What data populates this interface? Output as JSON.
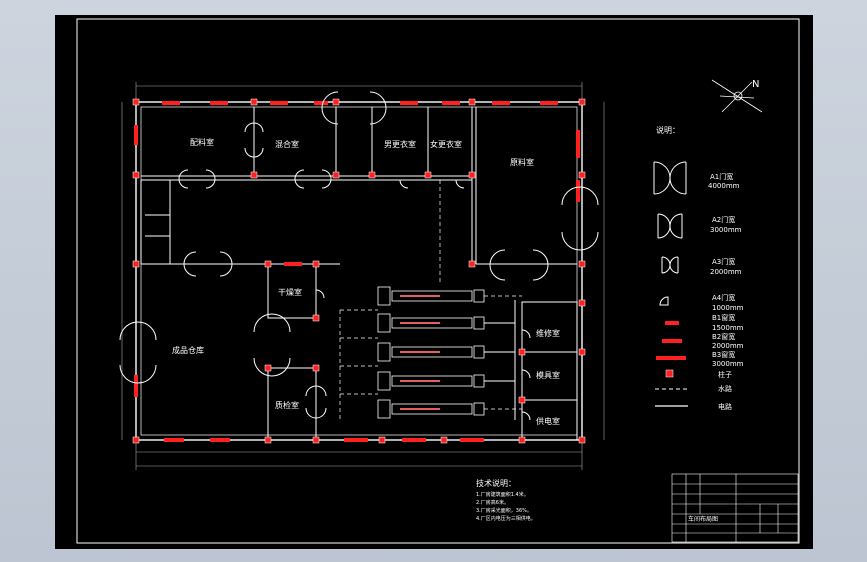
{
  "rooms": {
    "ingredient": "配料室",
    "mixing": "混合室",
    "male_change": "男更衣室",
    "female_change": "女更衣室",
    "raw_material": "原料室",
    "drying": "干燥室",
    "finished_store": "成品仓库",
    "qc": "质检室",
    "repair": "维修室",
    "mold": "模具室",
    "power": "供电室"
  },
  "legend": {
    "title": "说明：",
    "items": [
      {
        "label": "A1门宽",
        "sub": "4000mm"
      },
      {
        "label": "A2门宽",
        "sub": "3000mm"
      },
      {
        "label": "A3门宽",
        "sub": "2000mm"
      },
      {
        "label": "A4门宽",
        "sub": "1000mm"
      },
      {
        "label": "B1窗宽",
        "sub": "1500mm"
      },
      {
        "label": "B2窗宽",
        "sub": "2000mm"
      },
      {
        "label": "B3窗宽",
        "sub": "3000mm"
      },
      {
        "label": "柱子",
        "sub": ""
      },
      {
        "label": "水路",
        "sub": ""
      },
      {
        "label": "电路",
        "sub": ""
      }
    ]
  },
  "north": "N",
  "notes": {
    "title": "技术说明：",
    "lines": [
      "1.厂房建筑面积1.4米。",
      "2.厂房高6米。",
      "3.厂房采光面积，36%。",
      "4.厂区内电压为三相供电。"
    ]
  },
  "title_block": {
    "drawing_title": "车间布局图"
  },
  "colors": {
    "wall": "#ffffff",
    "accent": "#ff2020",
    "background": "#000000"
  }
}
